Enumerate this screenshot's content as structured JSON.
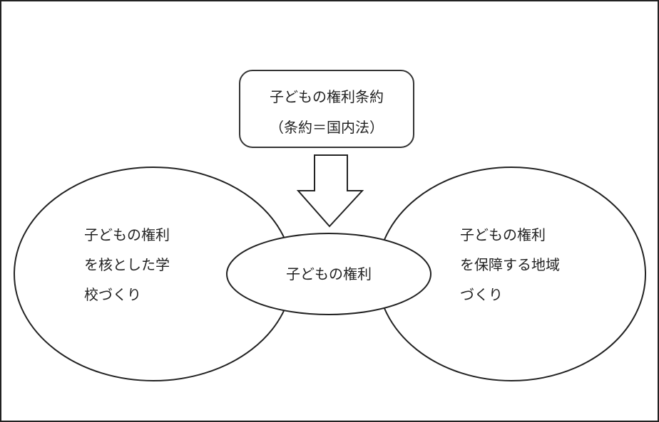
{
  "treaty_box": {
    "line1": "子どもの権利条約",
    "line2": "（条約＝国内法）"
  },
  "center": {
    "label": "子どもの権利"
  },
  "left": {
    "lines": [
      "子どもの権利",
      "を核とした学",
      "校づくり"
    ]
  },
  "right": {
    "lines": [
      "子どもの権利",
      "を保障する地域",
      "づくり"
    ]
  }
}
